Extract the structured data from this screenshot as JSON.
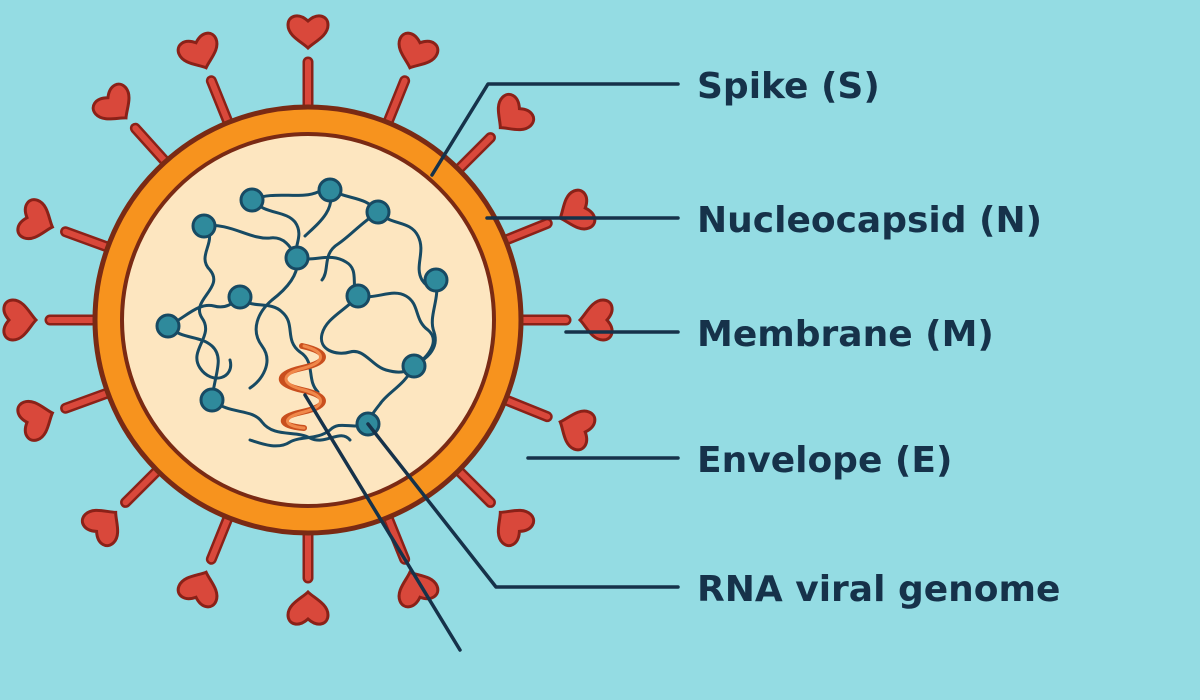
{
  "diagram": {
    "labels": {
      "spike": "Spike (S)",
      "nucleocapsid": "Nucleocapsid (N)",
      "membrane": "Membrane (M)",
      "envelope": "Envelope (E)",
      "rna": "RNA viral genome"
    },
    "colors": {
      "background": "#94dce3",
      "outer_shell": "#f7931e",
      "shell_outline": "#7a2a14",
      "interior": "#fde6c0",
      "spike": "#d9483b",
      "spike_outline": "#8b2118",
      "nucleocapsid_bead": "#2f8a9c",
      "rna_strand": "#174a63",
      "rna_helix": "#e56a2e",
      "label_text": "#16324a"
    }
  }
}
